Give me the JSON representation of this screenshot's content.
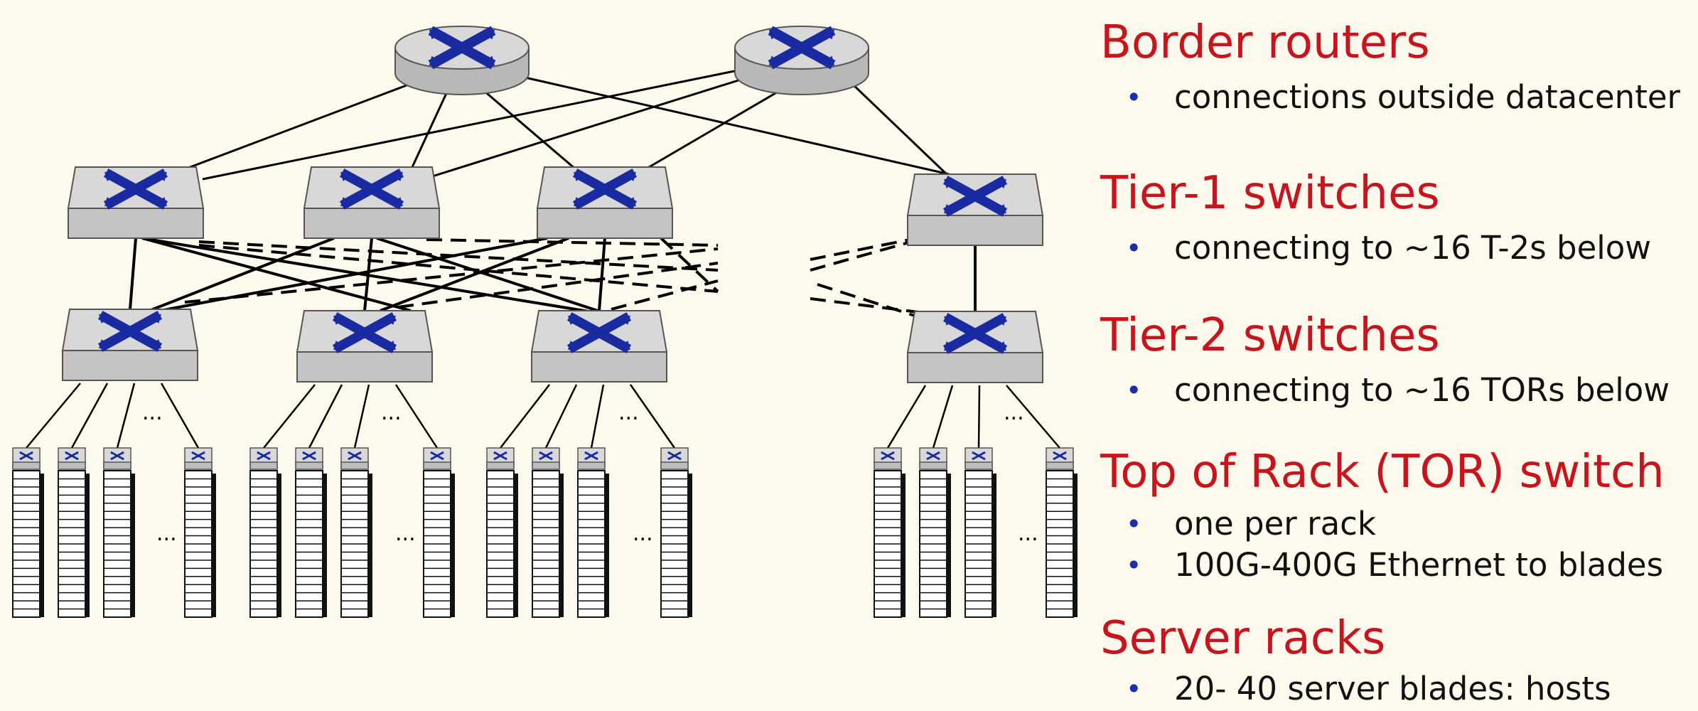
{
  "diagram": {
    "ellipsis": "...",
    "tiers": {
      "border_routers": 2,
      "tier1_switches": 4,
      "tier2_switches": 4,
      "tor_per_group_shown": 4,
      "rack_groups": 4
    }
  },
  "colors": {
    "background": "#fdf9ec",
    "heading": "#c8141c",
    "bullet_dot": "#1b2fa8",
    "switch_icon": "#1a2aa0",
    "switch_face": "#d8d8d8"
  },
  "legend": {
    "sections": [
      {
        "heading": "Border routers",
        "bullets": [
          "connections outside datacenter"
        ]
      },
      {
        "heading": "Tier-1 switches",
        "bullets": [
          "connecting to  ~16 T-2s below"
        ]
      },
      {
        "heading": "Tier-2 switches",
        "bullets": [
          "connecting to  ~16 TORs below"
        ]
      },
      {
        "heading": "Top of Rack (TOR) switch",
        "bullets": [
          "one per rack",
          "100G-400G Ethernet to blades"
        ]
      },
      {
        "heading": "Server racks",
        "bullets": [
          "20- 40 server blades: hosts"
        ]
      }
    ],
    "bullet_symbol": "•"
  }
}
